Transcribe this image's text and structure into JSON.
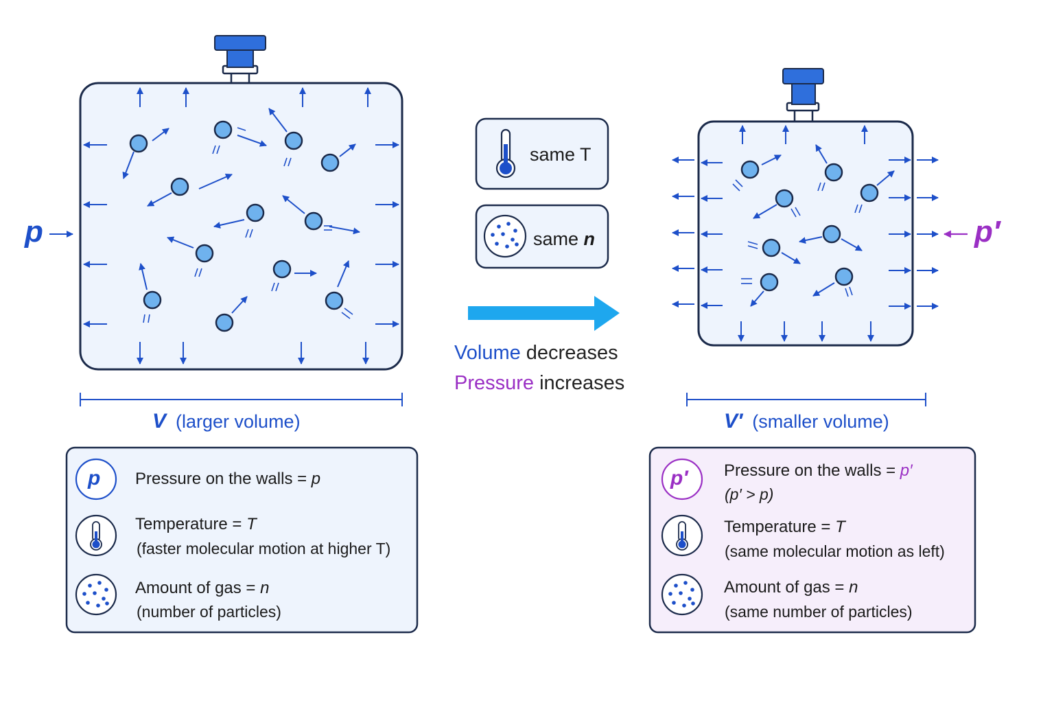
{
  "left_container": {
    "pressure_symbol": "p",
    "volume_symbol": "V",
    "volume_text": "(larger volume)"
  },
  "right_container": {
    "pressure_symbol": "p′",
    "volume_symbol": "V′",
    "volume_text": "(smaller volume)"
  },
  "middle": {
    "chip_temperature": "same T",
    "chip_amount": "same n",
    "line1_word": "Volume",
    "line1_rest": "decreases",
    "line2_word": "Pressure",
    "line2_rest": "increases"
  },
  "left_legend": {
    "pressure_badge": "p",
    "pressure_label": "Pressure on the walls = ",
    "pressure_value": "p",
    "temperature_label": "Temperature = ",
    "temperature_value": "T",
    "temperature_note": "(faster molecular motion at higher T)",
    "amount_label": "Amount of gas = ",
    "amount_value": "n",
    "amount_note": "(number of particles)"
  },
  "right_legend": {
    "pressure_badge": "p′",
    "pressure_label": "Pressure on the walls = ",
    "pressure_value": "p′",
    "pressure_note": "(p′ > p)",
    "temperature_label": "Temperature = ",
    "temperature_value": "T",
    "temperature_note": "(same molecular motion as left)",
    "amount_label": "Amount of gas = ",
    "amount_value": "n",
    "amount_note": "(same number of particles)"
  },
  "colors": {
    "blue": "#1d4fc9",
    "purple": "#9a2fc4",
    "container_fill": "#eef4fd",
    "particle": "#6fb2ee",
    "cyan_arrow": "#1ea7ee",
    "right_legend_fill": "#f6eefb"
  },
  "icons": [
    "thermometer-icon",
    "particles-icon",
    "valve-icon"
  ]
}
